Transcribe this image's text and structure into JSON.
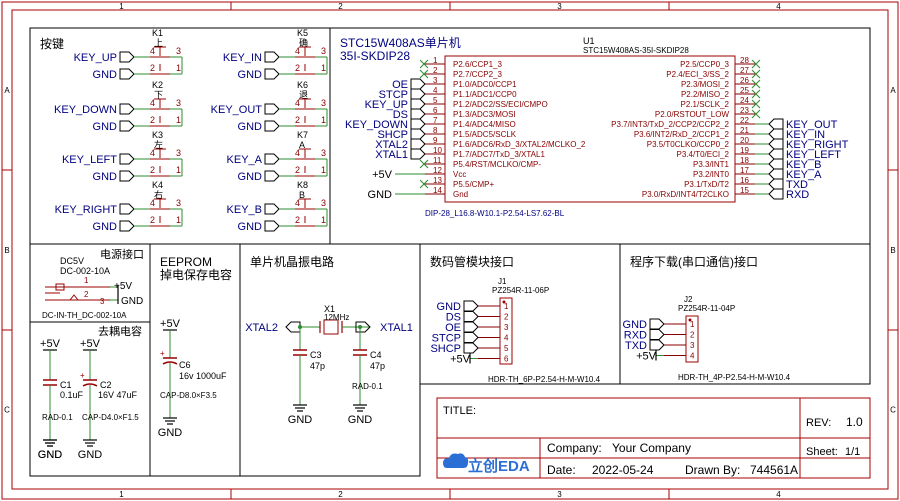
{
  "grid": {
    "cols": [
      "1",
      "2",
      "3",
      "4"
    ],
    "rows": [
      "A",
      "B",
      "C"
    ]
  },
  "sections": {
    "keys": "按键",
    "power": "电源接口",
    "decoupling": "去耦电容",
    "eeprom_line1": "EEPROM",
    "eeprom_line2": "掉电保存电容",
    "crystal": "单片机晶振电路",
    "display": "数码管模块接口",
    "program": "程序下载(串口通信)接口"
  },
  "keys": [
    {
      "ref": "K1",
      "char": "上",
      "net": "KEY_UP"
    },
    {
      "ref": "K2",
      "char": "下",
      "net": "KEY_DOWN"
    },
    {
      "ref": "K3",
      "char": "左",
      "net": "KEY_LEFT"
    },
    {
      "ref": "K4",
      "char": "右",
      "net": "KEY_RIGHT"
    },
    {
      "ref": "K5",
      "char": "确",
      "net": "KEY_IN"
    },
    {
      "ref": "K6",
      "char": "退",
      "net": "KEY_OUT"
    },
    {
      "ref": "K7",
      "char": "A",
      "net": "KEY_A"
    },
    {
      "ref": "K8",
      "char": "B",
      "net": "KEY_B"
    }
  ],
  "key_pins": {
    "p1": "1",
    "p2": "2",
    "p3": "3",
    "p4": "4"
  },
  "gnd": "GND",
  "vcc5": "+5V",
  "mcu": {
    "title_line1": "STC15W408AS单片机",
    "title_line2": "35I-SKDIP28",
    "ref": "U1",
    "part": "STC15W408AS-35I-SKDIP28",
    "footprint": "DIP-28_L16.8-W10.1-P2.54-LS7.62-BL",
    "left_pins": [
      {
        "num": "1",
        "name": "P2.6/CCP1_3",
        "net": ""
      },
      {
        "num": "2",
        "name": "P2.7/CCP2_3",
        "net": ""
      },
      {
        "num": "3",
        "name": "P1.0/ADC0/CCP1",
        "net": "OE"
      },
      {
        "num": "4",
        "name": "P1.1/ADC1/CCP0",
        "net": "STCP"
      },
      {
        "num": "5",
        "name": "P1.2/ADC2/SS/ECI/CMPO",
        "net": "KEY_UP"
      },
      {
        "num": "6",
        "name": "P1.3/ADC3/MOSI",
        "net": "DS"
      },
      {
        "num": "7",
        "name": "P1.4/ADC4/MISO",
        "net": "KEY_DOWN"
      },
      {
        "num": "8",
        "name": "P1.5/ADC5/SCLK",
        "net": "SHCP"
      },
      {
        "num": "9",
        "name": "P1.6/ADC6/RxD_3/XTAL2/MCLKO_2",
        "net": "XTAL2"
      },
      {
        "num": "10",
        "name": "P1.7/ADC7/TxD_3/XTAL1",
        "net": "XTAL1"
      },
      {
        "num": "11",
        "name": "P5.4/RST/MCLKO/CMP-",
        "net": ""
      },
      {
        "num": "12",
        "name": "Vcc",
        "net": "+5V"
      },
      {
        "num": "13",
        "name": "P5.5/CMP+",
        "net": ""
      },
      {
        "num": "14",
        "name": "Gnd",
        "net": "GND"
      }
    ],
    "right_pins": [
      {
        "num": "28",
        "name": "P2.5/CCP0_3",
        "net": ""
      },
      {
        "num": "27",
        "name": "P2.4/ECI_3/SS_2",
        "net": ""
      },
      {
        "num": "26",
        "name": "P2.3/MOSI_2",
        "net": ""
      },
      {
        "num": "25",
        "name": "P2.2/MISO_2",
        "net": ""
      },
      {
        "num": "24",
        "name": "P2.1/SCLK_2",
        "net": ""
      },
      {
        "num": "23",
        "name": "P2.0/RSTOUT_LOW",
        "net": ""
      },
      {
        "num": "22",
        "name": "P3.7/INT3/TxD_2/CCP2/CCP2_2",
        "net": "KEY_OUT"
      },
      {
        "num": "21",
        "name": "P3.6/INT2/RxD_2/CCP1_2",
        "net": "KEY_IN"
      },
      {
        "num": "20",
        "name": "P3.5/T0CLKO/CCP0_2",
        "net": "KEY_RIGHT"
      },
      {
        "num": "19",
        "name": "P3.4/T0/ECI_2",
        "net": "KEY_LEFT"
      },
      {
        "num": "18",
        "name": "P3.3/INT1",
        "net": "KEY_B"
      },
      {
        "num": "17",
        "name": "P3.2/INT0",
        "net": "KEY_A"
      },
      {
        "num": "16",
        "name": "P3.1/TxD/T2",
        "net": "TXD"
      },
      {
        "num": "15",
        "name": "P3.0/RxD/INT4/T2CLKO",
        "net": "RXD"
      }
    ]
  },
  "power_jack": {
    "label1": "DC5V",
    "label2": "DC-002-10A",
    "footprint": "DC-IN-TH_DC-002-10A",
    "pins": [
      "1",
      "2",
      "3"
    ]
  },
  "caps": {
    "c1": {
      "ref": "C1",
      "value": "0.1uF",
      "fp": "RAD-0.1"
    },
    "c2": {
      "ref": "C2",
      "value": "16V 47uF",
      "fp": "CAP-D4.0×F1.5"
    },
    "c6": {
      "ref": "C6",
      "value": "16v 1000uF",
      "fp": "CAP-D8.0×F3.5"
    },
    "c3": {
      "ref": "C3",
      "value": "47p"
    },
    "c4": {
      "ref": "C4",
      "value": "47p",
      "fp": "RAD-0.1"
    }
  },
  "crystal": {
    "ref": "X1",
    "value": "12MHz",
    "left": "XTAL2",
    "right": "XTAL1"
  },
  "j1": {
    "ref": "J1",
    "part": "PZ254R-11-06P",
    "fp": "HDR-TH_6P-P2.54-H-M-W10.4",
    "nets": [
      "GND",
      "DS",
      "OE",
      "STCP",
      "SHCP",
      "+5V"
    ],
    "pins": [
      "1",
      "2",
      "3",
      "4",
      "5",
      "6"
    ]
  },
  "j2": {
    "ref": "J2",
    "part": "PZ254R-11-04P",
    "fp": "HDR-TH_4P-P2.54-H-M-W10.4",
    "nets": [
      "GND",
      "RXD",
      "TXD",
      "+5V"
    ],
    "pins": [
      "1",
      "2",
      "3",
      "4"
    ]
  },
  "titleblock": {
    "title_label": "TITLE:",
    "rev_label": "REV:",
    "rev": "1.0",
    "company_label": "Company:",
    "company": "Your Company",
    "sheet_label": "Sheet:",
    "sheet": "1/1",
    "date_label": "Date:",
    "date": "2022-05-24",
    "drawn_label": "Drawn By:",
    "drawn": "744561A",
    "logo": "立创EDA"
  },
  "colors": {
    "wire": "#2e8b2e",
    "body": "#990000",
    "pin": "#880000",
    "net": "#000080",
    "text": "#000000"
  }
}
